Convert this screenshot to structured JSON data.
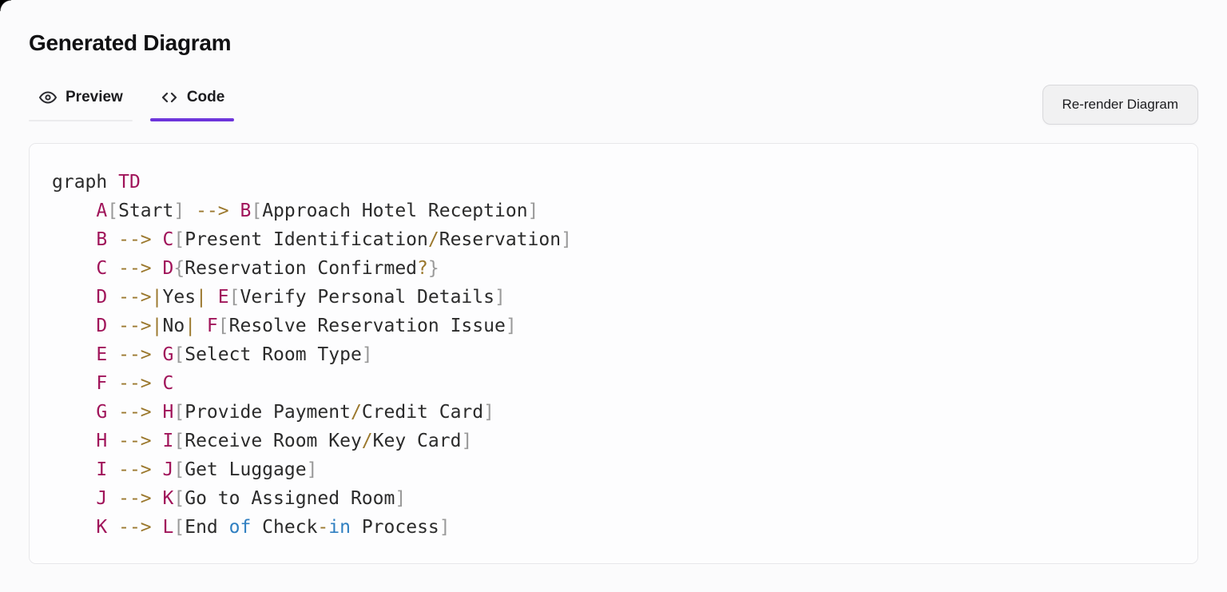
{
  "header": {
    "title": "Generated Diagram"
  },
  "tabs": {
    "preview": {
      "label": "Preview",
      "icon": "eye-icon",
      "active": false
    },
    "code": {
      "label": "Code",
      "icon": "code-brackets-icon",
      "active": true
    }
  },
  "actions": {
    "rerender_label": "Re-render Diagram"
  },
  "colors": {
    "tab_active_underline": "#6d35db",
    "tokens": {
      "plain": "#2b2b2b",
      "node": "#a0145a",
      "operator": "#9b782d",
      "keyword": "#2f7fc1",
      "bracket": "#9a9a9a"
    }
  },
  "code_editor": {
    "language": "mermaid",
    "lines": [
      [
        {
          "c": "plain",
          "t": "graph "
        },
        {
          "c": "node",
          "t": "TD"
        }
      ],
      [
        {
          "c": "plain",
          "t": "    "
        },
        {
          "c": "node",
          "t": "A"
        },
        {
          "c": "bracket",
          "t": "["
        },
        {
          "c": "plain",
          "t": "Start"
        },
        {
          "c": "bracket",
          "t": "]"
        },
        {
          "c": "plain",
          "t": " "
        },
        {
          "c": "operator",
          "t": "-->"
        },
        {
          "c": "plain",
          "t": " "
        },
        {
          "c": "node",
          "t": "B"
        },
        {
          "c": "bracket",
          "t": "["
        },
        {
          "c": "plain",
          "t": "Approach Hotel Reception"
        },
        {
          "c": "bracket",
          "t": "]"
        }
      ],
      [
        {
          "c": "plain",
          "t": "    "
        },
        {
          "c": "node",
          "t": "B"
        },
        {
          "c": "plain",
          "t": " "
        },
        {
          "c": "operator",
          "t": "-->"
        },
        {
          "c": "plain",
          "t": " "
        },
        {
          "c": "node",
          "t": "C"
        },
        {
          "c": "bracket",
          "t": "["
        },
        {
          "c": "plain",
          "t": "Present Identification"
        },
        {
          "c": "operator",
          "t": "/"
        },
        {
          "c": "plain",
          "t": "Reservation"
        },
        {
          "c": "bracket",
          "t": "]"
        }
      ],
      [
        {
          "c": "plain",
          "t": "    "
        },
        {
          "c": "node",
          "t": "C"
        },
        {
          "c": "plain",
          "t": " "
        },
        {
          "c": "operator",
          "t": "-->"
        },
        {
          "c": "plain",
          "t": " "
        },
        {
          "c": "node",
          "t": "D"
        },
        {
          "c": "bracket",
          "t": "{"
        },
        {
          "c": "plain",
          "t": "Reservation Confirmed"
        },
        {
          "c": "operator",
          "t": "?"
        },
        {
          "c": "bracket",
          "t": "}"
        }
      ],
      [
        {
          "c": "plain",
          "t": "    "
        },
        {
          "c": "node",
          "t": "D"
        },
        {
          "c": "plain",
          "t": " "
        },
        {
          "c": "operator",
          "t": "-->|"
        },
        {
          "c": "plain",
          "t": "Yes"
        },
        {
          "c": "operator",
          "t": "|"
        },
        {
          "c": "plain",
          "t": " "
        },
        {
          "c": "node",
          "t": "E"
        },
        {
          "c": "bracket",
          "t": "["
        },
        {
          "c": "plain",
          "t": "Verify Personal Details"
        },
        {
          "c": "bracket",
          "t": "]"
        }
      ],
      [
        {
          "c": "plain",
          "t": "    "
        },
        {
          "c": "node",
          "t": "D"
        },
        {
          "c": "plain",
          "t": " "
        },
        {
          "c": "operator",
          "t": "-->|"
        },
        {
          "c": "plain",
          "t": "No"
        },
        {
          "c": "operator",
          "t": "|"
        },
        {
          "c": "plain",
          "t": " "
        },
        {
          "c": "node",
          "t": "F"
        },
        {
          "c": "bracket",
          "t": "["
        },
        {
          "c": "plain",
          "t": "Resolve Reservation Issue"
        },
        {
          "c": "bracket",
          "t": "]"
        }
      ],
      [
        {
          "c": "plain",
          "t": "    "
        },
        {
          "c": "node",
          "t": "E"
        },
        {
          "c": "plain",
          "t": " "
        },
        {
          "c": "operator",
          "t": "-->"
        },
        {
          "c": "plain",
          "t": " "
        },
        {
          "c": "node",
          "t": "G"
        },
        {
          "c": "bracket",
          "t": "["
        },
        {
          "c": "plain",
          "t": "Select Room Type"
        },
        {
          "c": "bracket",
          "t": "]"
        }
      ],
      [
        {
          "c": "plain",
          "t": "    "
        },
        {
          "c": "node",
          "t": "F"
        },
        {
          "c": "plain",
          "t": " "
        },
        {
          "c": "operator",
          "t": "-->"
        },
        {
          "c": "plain",
          "t": " "
        },
        {
          "c": "node",
          "t": "C"
        }
      ],
      [
        {
          "c": "plain",
          "t": "    "
        },
        {
          "c": "node",
          "t": "G"
        },
        {
          "c": "plain",
          "t": " "
        },
        {
          "c": "operator",
          "t": "-->"
        },
        {
          "c": "plain",
          "t": " "
        },
        {
          "c": "node",
          "t": "H"
        },
        {
          "c": "bracket",
          "t": "["
        },
        {
          "c": "plain",
          "t": "Provide Payment"
        },
        {
          "c": "operator",
          "t": "/"
        },
        {
          "c": "plain",
          "t": "Credit Card"
        },
        {
          "c": "bracket",
          "t": "]"
        }
      ],
      [
        {
          "c": "plain",
          "t": "    "
        },
        {
          "c": "node",
          "t": "H"
        },
        {
          "c": "plain",
          "t": " "
        },
        {
          "c": "operator",
          "t": "-->"
        },
        {
          "c": "plain",
          "t": " "
        },
        {
          "c": "node",
          "t": "I"
        },
        {
          "c": "bracket",
          "t": "["
        },
        {
          "c": "plain",
          "t": "Receive Room Key"
        },
        {
          "c": "operator",
          "t": "/"
        },
        {
          "c": "plain",
          "t": "Key Card"
        },
        {
          "c": "bracket",
          "t": "]"
        }
      ],
      [
        {
          "c": "plain",
          "t": "    "
        },
        {
          "c": "node",
          "t": "I"
        },
        {
          "c": "plain",
          "t": " "
        },
        {
          "c": "operator",
          "t": "-->"
        },
        {
          "c": "plain",
          "t": " "
        },
        {
          "c": "node",
          "t": "J"
        },
        {
          "c": "bracket",
          "t": "["
        },
        {
          "c": "plain",
          "t": "Get Luggage"
        },
        {
          "c": "bracket",
          "t": "]"
        }
      ],
      [
        {
          "c": "plain",
          "t": "    "
        },
        {
          "c": "node",
          "t": "J"
        },
        {
          "c": "plain",
          "t": " "
        },
        {
          "c": "operator",
          "t": "-->"
        },
        {
          "c": "plain",
          "t": " "
        },
        {
          "c": "node",
          "t": "K"
        },
        {
          "c": "bracket",
          "t": "["
        },
        {
          "c": "plain",
          "t": "Go to Assigned Room"
        },
        {
          "c": "bracket",
          "t": "]"
        }
      ],
      [
        {
          "c": "plain",
          "t": "    "
        },
        {
          "c": "node",
          "t": "K"
        },
        {
          "c": "plain",
          "t": " "
        },
        {
          "c": "operator",
          "t": "-->"
        },
        {
          "c": "plain",
          "t": " "
        },
        {
          "c": "node",
          "t": "L"
        },
        {
          "c": "bracket",
          "t": "["
        },
        {
          "c": "plain",
          "t": "End "
        },
        {
          "c": "keyword",
          "t": "of"
        },
        {
          "c": "plain",
          "t": " Check"
        },
        {
          "c": "operator",
          "t": "-"
        },
        {
          "c": "keyword",
          "t": "in"
        },
        {
          "c": "plain",
          "t": " Process"
        },
        {
          "c": "bracket",
          "t": "]"
        }
      ]
    ]
  }
}
